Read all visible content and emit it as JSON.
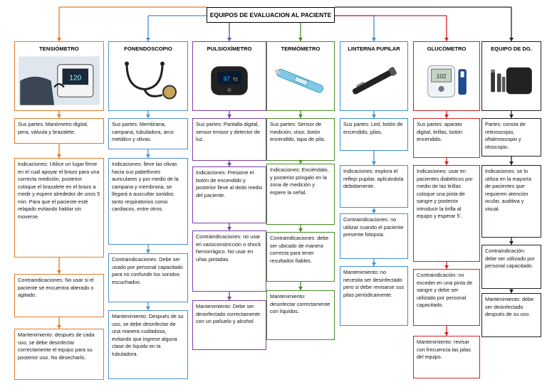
{
  "title": "EQUIPOS DE EVALUACION AL PACIENTE",
  "colors": {
    "tensiometro": "#e07b2a",
    "fonendoscopio": "#4f8fd1",
    "pulsioximetro": "#7b3fa8",
    "termometro": "#4a8a2a",
    "linterna": "#3e8fd6",
    "glucometro": "#d22424",
    "equipo": "#222222"
  },
  "columns": [
    {
      "title": "TENSIÓMETRO",
      "icon": "blood-pressure-monitor-icon",
      "boxes": [
        "Sus partes: Manómetro digital, pera, válvula y brazalete.",
        "Indicaciones: Utilice un lugar firme en el cual apoyar el brazo para una correcta medición, posterior coloque el brazalete en el brazo a medir y espere alrededor de unos 5 min. Para que el paciente esté relajado evitando hablar sin moverse.",
        "Contraindicaciones: No usar si el paciente se encuentra alterado o agitado.",
        "Mantenimiento: después de cada uso, se debe desinfectar correctamente el equipo para su posterior uso. No desecharlo."
      ]
    },
    {
      "title": "FONENDOSCOPIO",
      "icon": "stethoscope-icon",
      "boxes": [
        "Sus partes: Membrana, campana, tubuladora, arco metálico y olivas.",
        "Indicaciones: lleve las olivas hacia sus pabellones auriculares y por medio de la campana y membrana, se llegará a auscultar sonidos tanto respiratorios como cardiacos, entre otros.",
        "Contraindicaciones: Debe ser usado por personal capacitado para no confundir los sonidos escuchados.",
        "Mantenimiento: Después de su uso, se debe desinfectar de una manera cuidadosa, evitando que ingrese alguna clase de líquido en la tubuladora."
      ]
    },
    {
      "title": "PULSIOXÍMETRO",
      "icon": "pulse-oximeter-icon",
      "boxes": [
        "Sus partes: Pantalla digital, sensor emisor y detector de luz.",
        "Indicaciones: Presione el botón de encendido y posterior lleve al dedo medio del paciente.",
        "Contraindicaciones: no usar en vasoconstricción o shock hemorrágico. No usar en uñas pintadas.",
        "Mantenimiento: Debe ser desinfectado correctamente con un pañuelo y alcohol"
      ]
    },
    {
      "title": "TERMÓMETRO",
      "icon": "thermometer-icon",
      "boxes": [
        "Sus partes: Sensor de medición, visor, botón encendido, tapa de pila.",
        "Indicaciones: Enciéndalo, y posterior póngalo en la zona de medición y espere la señal.",
        "Contraindicaciones: debe ser ubicado de manera correcta para tener resultados fiables.",
        "Mantenimiento: desinfectar correctamente con líquidos."
      ]
    },
    {
      "title": "LINTERNA PUPILAR",
      "icon": "penlight-icon",
      "boxes": [
        "Sus partes: Led, botón de encendido, pilas.",
        "Indicaciones: explora el reflejo pupilar, aplicándola debidamente.",
        "Contraindicaciones: no utilizar cuando el paciente presente fotopsia.",
        "Mantenimiento: no necesita ser desinfectado pero si debe revisarse sus pilas periódicamente."
      ]
    },
    {
      "title": "GLUCÓMETRO",
      "icon": "glucometer-icon",
      "boxes": [
        "Sus partes: aparato digital, tirillas, botón encendido.",
        "Indicaciones: usar en pacientes diabéticos por medio de las tirillas coloque una pinta de sangre y posterior introducir la tirilla al equipo y esperar 5´.",
        "Contraindicación: no exceder en una pinta de sangre y debe ser utilizado por personal capacitado.",
        "Mantenimiento: revisar con frecuencia las pilas del equipo."
      ]
    },
    {
      "title": "EQUIPO DE DG.",
      "icon": "diagnostic-set-icon",
      "boxes": [
        "Partes: consta de retinoscopio, oftalmoscopio y otoscopio.",
        "Indicaciones: se lo utiliza en la mayoría de pacientes que requieren atención ocular, auditiva y visual.",
        "Contraindicación: debe ser utilizado por personal capacitado.",
        "Mantenimiento: debe ser desinfectado después de su uso."
      ]
    }
  ]
}
